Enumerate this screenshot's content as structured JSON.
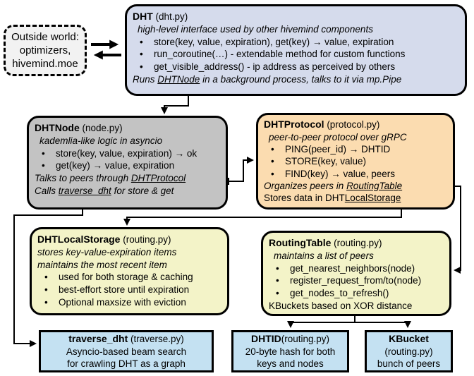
{
  "outside_world": {
    "lines": [
      "Outside world:",
      "optimizers,",
      "hivemind.moe"
    ]
  },
  "dht": {
    "title": "DHT",
    "file": " (dht.py)",
    "subtitle": "high-level interface used by other hivemind components",
    "bullets": [
      "store(key, value, expiration), get(key) → value, expiration",
      "run_coroutine(…) - extendable method for custom functions",
      "get_visible_address() - ip address as perceived by others"
    ],
    "footer": {
      "pre": "Runs ",
      "link": "DHTNode",
      "post": " in a background process, talks to it via mp.Pipe"
    }
  },
  "dht_node": {
    "title": "DHTNode",
    "file": " (node.py)",
    "subtitle": "kademlia-like logic in asyncio",
    "bullets": [
      "store(key, value, expiration) → ok",
      "get(key) → value, expiration"
    ],
    "footer1": {
      "pre": "Talks to peers through ",
      "link": "DHTProtocol",
      "post": ""
    },
    "footer2": {
      "pre": "Calls ",
      "link": "traverse_dht",
      "post": " for store & get"
    }
  },
  "dht_protocol": {
    "title": "DHTProtocol",
    "file": " (protocol.py)",
    "subtitle": "peer-to-peer protocol over gRPC",
    "bullets": [
      "PING(peer_id) → DHTID",
      "STORE(key, value)",
      "FIND(key) → value, peers"
    ],
    "footer1": {
      "pre": "Organizes peers in ",
      "link": "RoutingTable",
      "post": ""
    },
    "footer2": {
      "pre": "Stores data in DHT",
      "link": "LocalStorage",
      "post": ""
    }
  },
  "local_storage": {
    "title": "DHTLocalStorage",
    "file": " (routing.py)",
    "subtitles": [
      "stores key-value-expiration items",
      "maintains the most recent item"
    ],
    "bullets": [
      "used for both storage & caching",
      "best-effort store until expiration",
      "Optional maxsize with eviction"
    ]
  },
  "routing_table": {
    "title": "RoutingTable",
    "file": " (routing.py)",
    "subtitle": "maintains a list of peers",
    "bullets": [
      "get_nearest_neighbors(node)",
      "register_request_from/to(node)",
      "get_nodes_to_refresh()"
    ],
    "footer": "KBuckets based on XOR distance"
  },
  "traverse": {
    "title": "traverse_dht",
    "file": " (traverse.py)",
    "lines": [
      "Asyncio-based beam search",
      "for crawling DHT as a graph"
    ]
  },
  "dhtid": {
    "title": "DHTID",
    "file": "(routing.py)",
    "lines": [
      "20-byte hash for both",
      "keys and nodes"
    ]
  },
  "kbucket": {
    "title": "KBucket",
    "file": "(routing.py)",
    "lines": [
      "bunch of peers"
    ]
  },
  "colors": {
    "dht": "#d5dbec",
    "node": "#c3c3c3",
    "protocol": "#fbdcb0",
    "storage": "#f3f3c8",
    "leaf": "#c4e1f2",
    "outside": "#f2f2f2"
  }
}
